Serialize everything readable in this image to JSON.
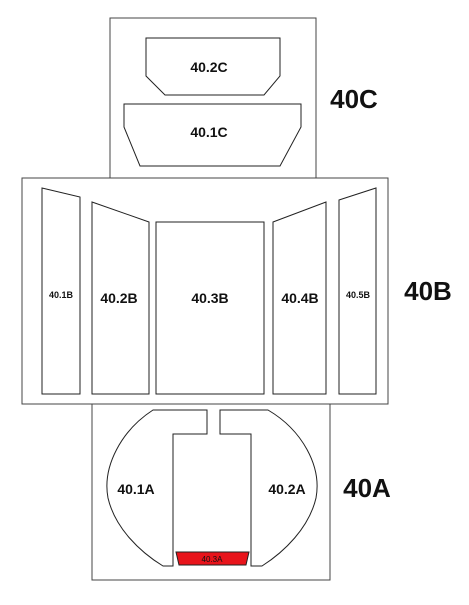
{
  "groups": {
    "c": {
      "label": "40C",
      "pieces": {
        "p1": "40.1C",
        "p2": "40.2C"
      }
    },
    "b": {
      "label": "40B",
      "pieces": {
        "p1": "40.1B",
        "p2": "40.2B",
        "p3": "40.3B",
        "p4": "40.4B",
        "p5": "40.5B"
      }
    },
    "a": {
      "label": "40A",
      "pieces": {
        "p1": "40.1A",
        "p2": "40.2A",
        "p3": "40.3A"
      }
    }
  },
  "colors": {
    "highlight": "#e8141b"
  }
}
